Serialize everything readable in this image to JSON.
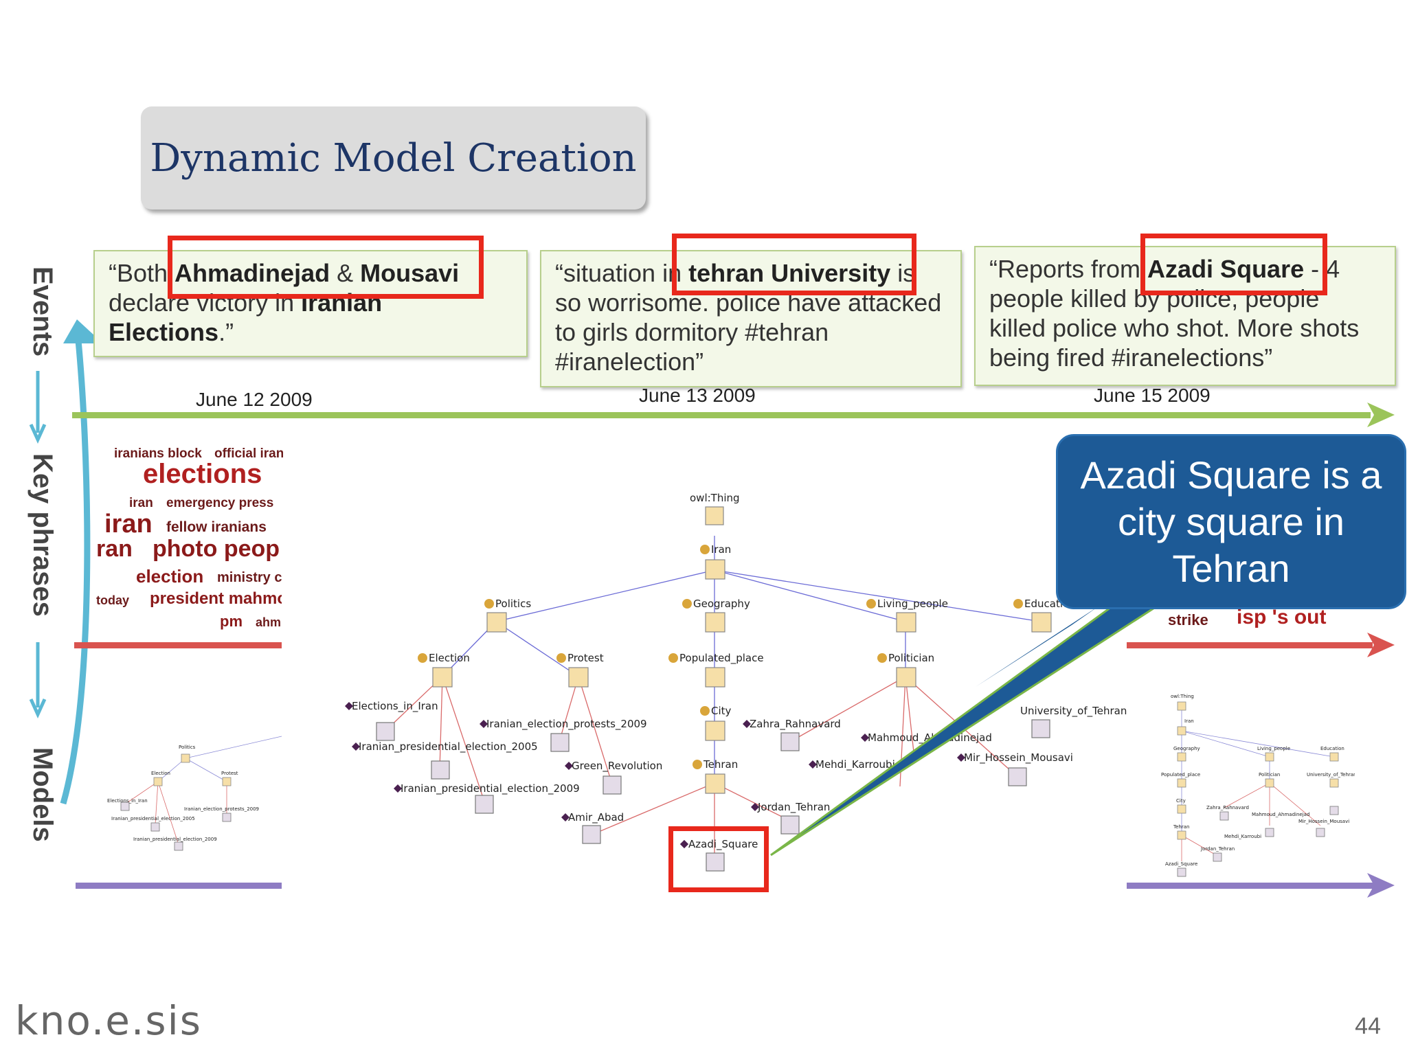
{
  "title": "Dynamic Model Creation",
  "side_labels": {
    "events": "Events",
    "key_phrases": "Key phrases",
    "models": "Models"
  },
  "events": [
    {
      "prefix": "“Both ",
      "bold1": "Ahmadinejad",
      "mid": " & ",
      "bold2": "Mousavi",
      "mid2": " declare victory in ",
      "bold3": "Iranian Elections",
      "suffix": ".”",
      "date": "June 12 2009"
    },
    {
      "prefix": "“situation in ",
      "bold1": "tehran University",
      "suffix": " is so worrisome. police have attacked to girls dormitory #tehran #iranelection”",
      "date": "June 13 2009"
    },
    {
      "prefix": "“Reports from ",
      "bold1": "Azadi Square",
      "suffix": " - 4 people killed by police, people killed police who shot. More shots being fired #iranelections”",
      "date": "June 15 2009"
    }
  ],
  "keyphrases_left": [
    "iranians block",
    "official iran",
    "elections",
    "iran",
    "emergency press",
    "iran",
    "fellow iranians",
    "ran",
    "photo peop",
    "election",
    "ministry c",
    "today",
    "president mahmo",
    "pm",
    "ahm"
  ],
  "keyphrases_right": [
    "strike",
    "isp 's out"
  ],
  "ontology": {
    "root": "owl:Thing",
    "nodes": [
      "Iran",
      "Politics",
      "Geography",
      "Living_people",
      "Education",
      "Election",
      "Protest",
      "Populated_place",
      "Politician",
      "City",
      "Tehran"
    ],
    "instances": [
      "Elections_in_Iran",
      "Iranian_presidential_election_2005",
      "Iranian_election_protests_2009",
      "Green_Revolution",
      "Iranian_presidential_election_2009",
      "Zahra_Rahnavard",
      "Mahmoud_Ahmadinejad",
      "Mehdi_Karroubi",
      "Mir_Hossein_Mousavi",
      "University_of_Tehran",
      "Amir_Abad",
      "Jordan_Tehran",
      "Azadi_Square"
    ]
  },
  "callout": "Azadi Square is a city square in Tehran",
  "page_number": "44",
  "logo": "kno.e.sis",
  "colors": {
    "title_text": "#1d3566",
    "highlight": "#e8281c",
    "callout_bg": "#1d5a96",
    "timeline_events": "#9bc45a",
    "timeline_keyphrases": "#d9534f",
    "timeline_models": "#8e7cc3",
    "cycle_arrow": "#5bb8d4"
  }
}
